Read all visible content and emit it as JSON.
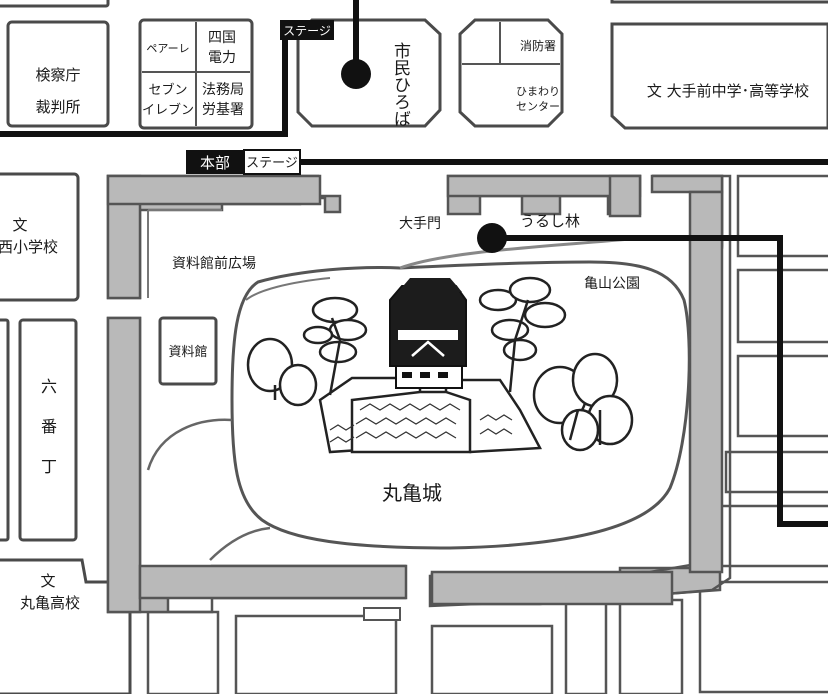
{
  "map": {
    "labels": {
      "prosecutors": "検察庁",
      "court": "裁判所",
      "pair": "ペアーレ",
      "yonden_1": "四国",
      "yonden_2": "電力",
      "seven_1": "セブン",
      "seven_2": "イレブン",
      "legal_1": "法務局",
      "legal_2": "労基署",
      "citizen_plaza": "市民ひろば",
      "fire": "消防署",
      "himawari_1": "ひまわり",
      "himawari_2": "センター",
      "otemae_school": "文 大手前中学･高等学校",
      "nishi_school_1": "文",
      "nishi_school_2": "西小学校",
      "otemon": "大手門",
      "urushi": "うるし林",
      "shiryo_plaza": "資料館前広場",
      "kameyama_park": "亀山公園",
      "shiryokan": "資料館",
      "rokubancho_1": "六",
      "rokubancho_2": "番",
      "rokubancho_3": "丁",
      "castle": "丸亀城",
      "marugame_hs_1": "文",
      "marugame_hs_2": "丸亀高校"
    },
    "tags": {
      "stage_top": "ステージ",
      "honbu": "本部",
      "stage_mid": "ステージ"
    },
    "colors": {
      "moat": "#b9b9b9",
      "route": "#111111",
      "block_outline": "#4a4a4a"
    }
  }
}
